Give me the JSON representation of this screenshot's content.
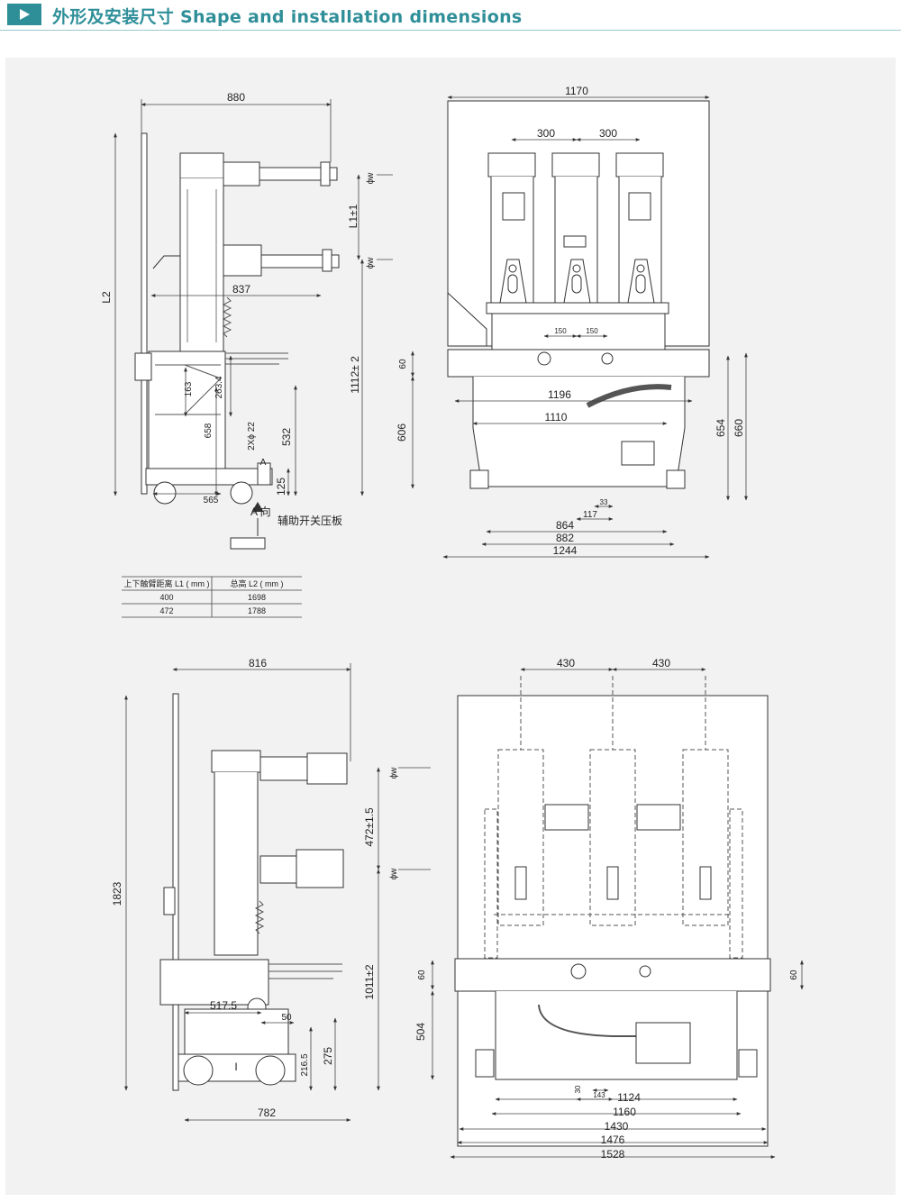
{
  "header": {
    "title": "外形及安装尺寸 Shape and installation dimensions",
    "accent": "#2f8f99"
  },
  "top_side": {
    "w880": "880",
    "l2": "L2",
    "l1": "L1±1",
    "phiw_upper": "ϕw",
    "phiw_lower": "ϕw",
    "w837": "837",
    "h1112": "1112± 2",
    "h163": "163",
    "h263": "263.4",
    "h658": "658",
    "phi22": "2Xϕ 22",
    "markA": "A",
    "h532": "532",
    "h125": "125",
    "w565": "565",
    "arrowA": "A 向",
    "aux": "辅助开关压板"
  },
  "table": {
    "headers": [
      "上下触臂距离 L1 ( mm )",
      "总高 L2 (    mm )"
    ],
    "rows": [
      [
        "400",
        "1698"
      ],
      [
        "472",
        "1788"
      ]
    ]
  },
  "top_front": {
    "w1170": "1170",
    "w300a": "300",
    "w300b": "300",
    "w150a": "150",
    "w150b": "150",
    "h60": "60",
    "w1196": "1196",
    "w1110": "1110",
    "h606": "606",
    "h654": "654",
    "h660": "660",
    "w33": "33",
    "w117": "117",
    "w864": "864",
    "w882": "882",
    "w1244": "1244"
  },
  "bottom_side": {
    "w816": "816",
    "h1823": "1823",
    "phiw_upper": "ϕw",
    "phiw_lower": "ϕw",
    "h472": "472±1.5",
    "h1011": "1011±2",
    "w517": "517.5",
    "w50": "50",
    "h216": "216.5",
    "h275": "275",
    "w782": "782",
    "markI": "I"
  },
  "bottom_front": {
    "w430a": "430",
    "w430b": "430",
    "h60l": "60",
    "h60r": "60",
    "h504": "504",
    "w30": "30",
    "w143": "143",
    "w1124": "1124",
    "w1160": "1160",
    "w1430": "1430",
    "w1476": "1476",
    "w1528": "1528"
  }
}
